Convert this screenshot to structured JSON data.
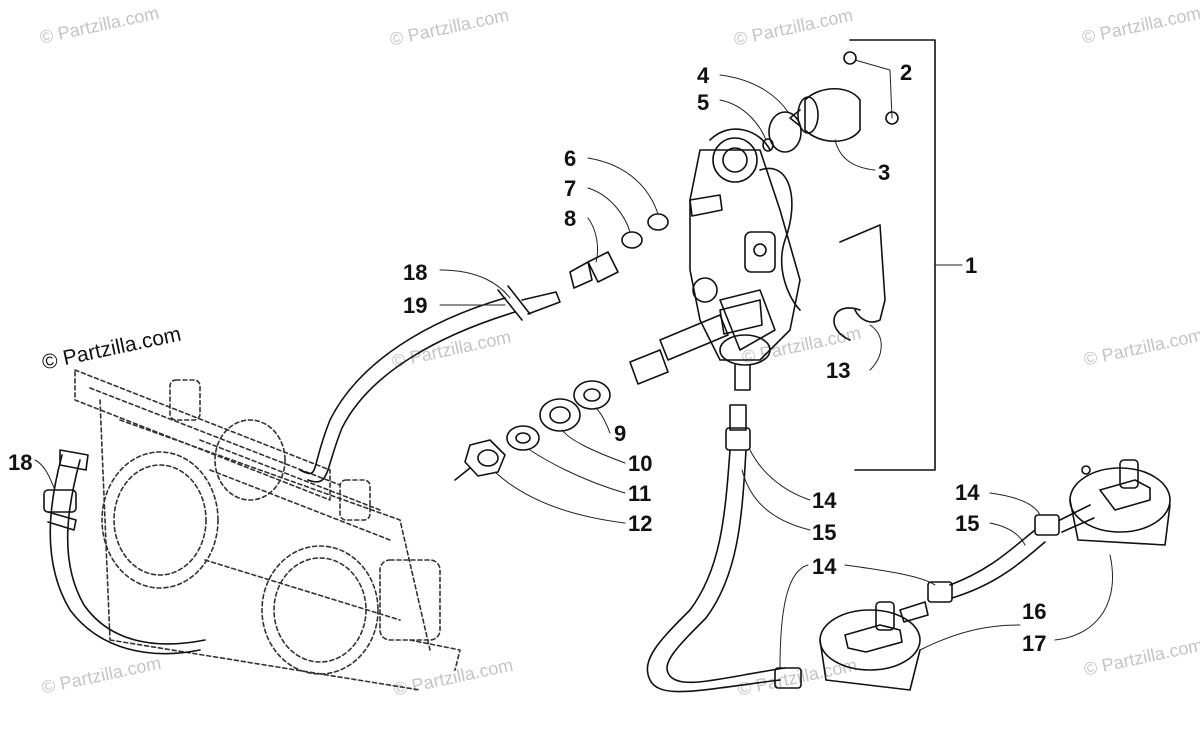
{
  "watermarks": {
    "brand": "© Partzilla.com"
  },
  "callouts": [
    "1",
    "2",
    "3",
    "4",
    "5",
    "6",
    "7",
    "8",
    "9",
    "10",
    "11",
    "12",
    "13",
    "14",
    "15",
    "16",
    "17",
    "18",
    "19"
  ]
}
